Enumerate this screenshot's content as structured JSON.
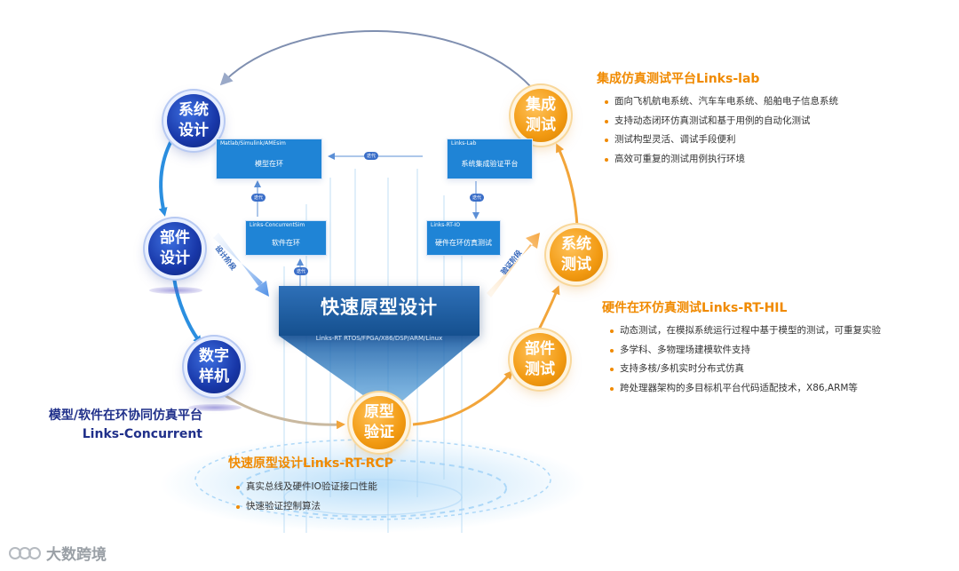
{
  "colors": {
    "blue_node": "#1837a8",
    "orange_node": "#f29a12",
    "header_blue": "#1f84d6",
    "orange_title": "#f08a00",
    "navy_title": "#20308a"
  },
  "nodes": {
    "system_design": "系统\n设计",
    "component_design": "部件\n设计",
    "digital_prototype": "数字\n样机",
    "prototype_verify": "原型\n验证",
    "component_test": "部件\n测试",
    "system_test": "系统\n测试",
    "integration_test": "集成\n测试"
  },
  "boxes": {
    "model_loop": {
      "header": "Matlab/Simulink/AMEsim",
      "body": "模型在环"
    },
    "software_loop": {
      "header": "Links-ConcurrentSim",
      "body": "软件在环"
    },
    "system_platform": {
      "header": "Links-Lab",
      "body": "系统集成验证平台"
    },
    "hardware_loop": {
      "header": "Links-RT-IO",
      "body": "硬件在环仿真测试"
    }
  },
  "tags": {
    "top_arrow": "迭代",
    "left_up": "迭代",
    "left_down": "迭代",
    "right_down": "迭代"
  },
  "stage_labels": {
    "design_stage": "设计阶段",
    "verify_stage": "验证阶段"
  },
  "banner": {
    "title": "快速原型设计",
    "subtitle": "Links-RT RTOS/FPGA/X86/DSP/ARM/Linux"
  },
  "lab_panel": {
    "title": "集成仿真测试平台Links-lab",
    "items": [
      "面向飞机航电系统、汽车车电系统、船舶电子信息系统",
      "支持动态闭环仿真测试和基于用例的自动化测试",
      "测试构型灵活、调试手段便利",
      "高效可重复的测试用例执行环境"
    ]
  },
  "hil_panel": {
    "title": "硬件在环仿真测试Links-RT-HIL",
    "items": [
      "动态测试，在模拟系统运行过程中基于模型的测试，可重复实验",
      "多学科、多物理场建模软件支持",
      "支持多核/多机实时分布式仿真",
      "跨处理器架构的多目标机平台代码适配技术，X86,ARM等"
    ]
  },
  "rcp_panel": {
    "title": "快速原型设计Links-RT-RCP",
    "items": [
      "真实总线及硬件IO验证接口性能",
      "快速验证控制算法"
    ]
  },
  "concurrent_panel": {
    "line1": "模型/软件在环协同仿真平台",
    "line2": "Links-Concurrent"
  },
  "watermark": {
    "text": "大数跨境"
  }
}
